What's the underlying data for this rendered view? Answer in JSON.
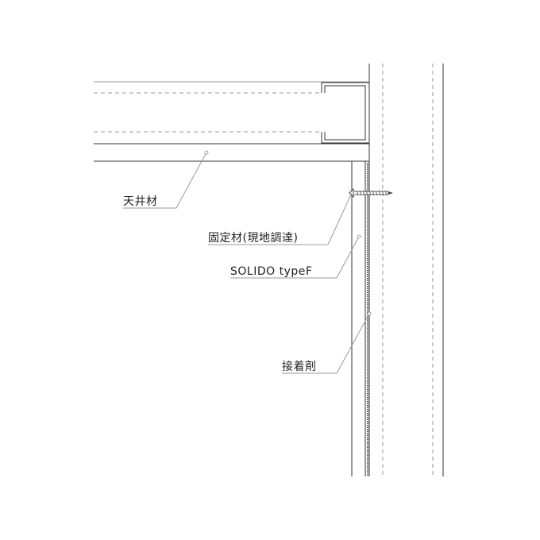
{
  "drawing": {
    "labels": {
      "ceiling": "天井材",
      "fixing": "固定材(現地調達)",
      "panel": "SOLIDO typeF",
      "adhesive": "接着剤"
    },
    "colors": {
      "line": "#333333",
      "light_line": "#9a9a9a",
      "leader": "#9a9a9a",
      "text": "#222222"
    }
  }
}
